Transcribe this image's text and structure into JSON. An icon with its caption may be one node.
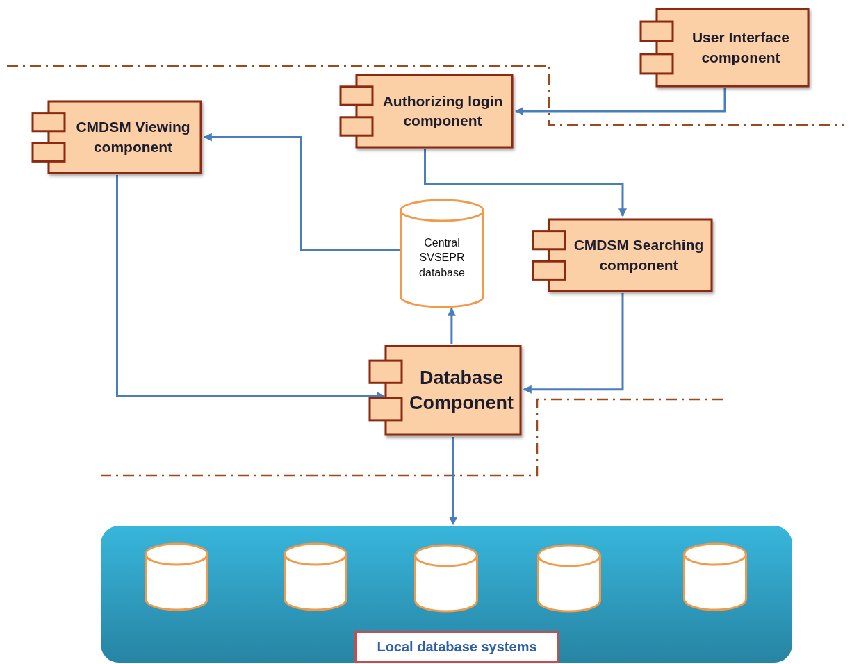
{
  "diagram": {
    "nodes": [
      {
        "text": [
          "User Interface component"
        ]
      },
      {
        "text": [
          "Authorizing login component"
        ]
      },
      {
        "text": [
          "CMDSM Viewing component"
        ]
      },
      {
        "text": [
          "Central SVSEPR database"
        ]
      },
      {
        "text": [
          "CMDSM Searching component"
        ]
      },
      {
        "text": [
          "Database Component"
        ]
      },
      {
        "text": [
          "Local database systems"
        ]
      },
      {
        "text": [],
        "shape": "cylinder",
        "in": 6
      },
      {
        "text": [],
        "shape": "cylinder",
        "in": 6
      },
      {
        "text": [],
        "shape": "cylinder",
        "in": 6
      },
      {
        "text": [],
        "shape": "cylinder",
        "in": 6
      },
      {
        "text": [],
        "shape": "cylinder",
        "in": 6
      }
    ],
    "edges": [
      {
        "from": 0,
        "to": 1,
        "arrow": "to"
      },
      {
        "from": 1,
        "to": 4,
        "arrow": "to"
      },
      {
        "from": 3,
        "to": 2,
        "arrow": "to"
      },
      {
        "from": 2,
        "to": 5,
        "arrow": "to"
      },
      {
        "from": 4,
        "to": 5,
        "arrow": "to"
      },
      {
        "from": 5,
        "to": 3,
        "arrow": "to"
      },
      {
        "from": 5,
        "to": 6,
        "arrow": "to"
      }
    ]
  }
}
